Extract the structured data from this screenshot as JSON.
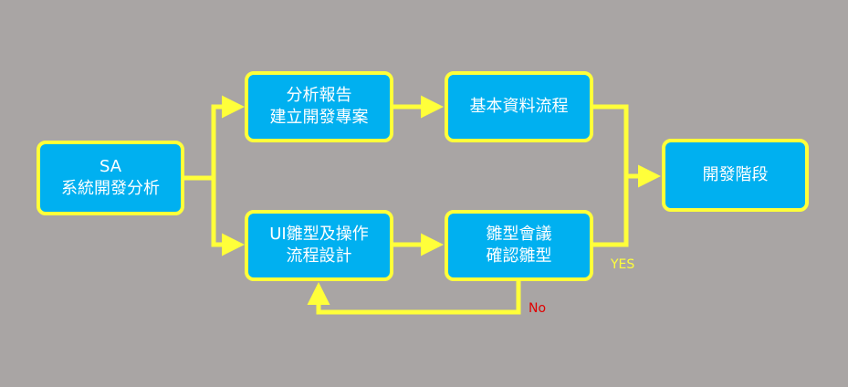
{
  "nodes": {
    "sa": {
      "line1": "SA",
      "line2": "系統開發分析"
    },
    "report": {
      "line1": "分析報告",
      "line2": "建立開發專案"
    },
    "flow": {
      "line1": "基本資料流程"
    },
    "ui": {
      "line1": "UI雛型及操作",
      "line2": "流程設計"
    },
    "meeting": {
      "line1": "雛型會議",
      "line2": "確認雛型"
    },
    "dev": {
      "line1": "開發階段"
    }
  },
  "labels": {
    "yes": "YES",
    "no": "No"
  },
  "colors": {
    "background": "#a9a5a4",
    "box_fill": "#00b0f0",
    "box_border": "#ffff3a",
    "connector": "#ffff3a",
    "text": "#ffffff",
    "yes_label": "#ffff3a",
    "no_label": "#e00000"
  }
}
